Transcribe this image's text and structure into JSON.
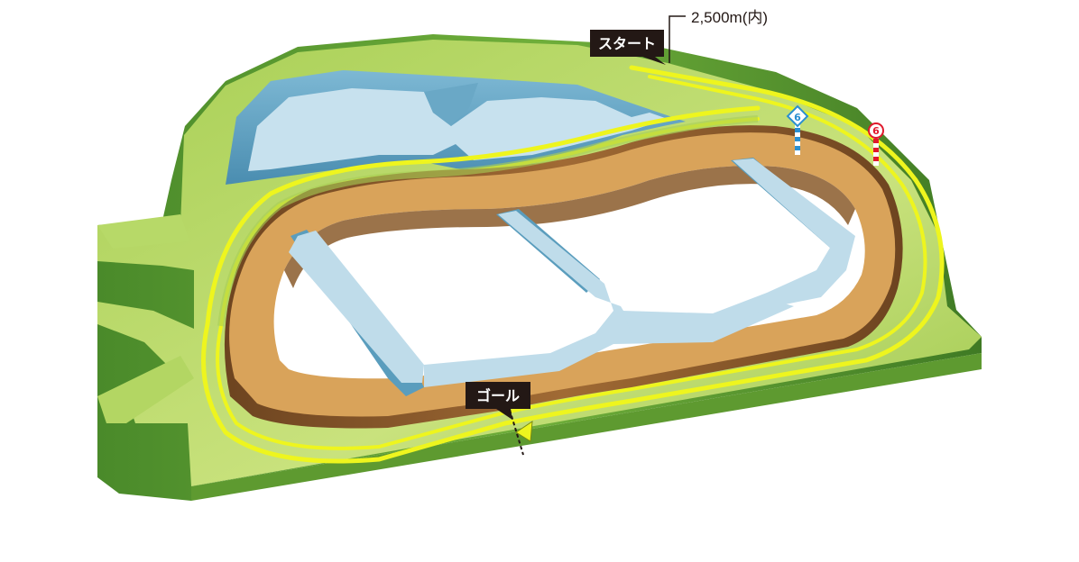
{
  "course": {
    "distance_label": "2,500m(内)",
    "start_label": "スタート",
    "goal_label": "ゴール",
    "inner_marker_label": "6",
    "outer_marker_label": "6"
  },
  "colors": {
    "grass_light": "#c8e07a",
    "grass_mid": "#9cc84a",
    "grass_side": "#4f8a2b",
    "rail_yellow": "#eef51e",
    "dirt_top": "#d9a35a",
    "dirt_side": "#8a5a2a",
    "water_light": "#bfdcea",
    "water_side": "#5a9dbd",
    "label_bg": "#231815",
    "inner_marker": "#2a8fd0",
    "outer_marker": "#e0192c"
  }
}
